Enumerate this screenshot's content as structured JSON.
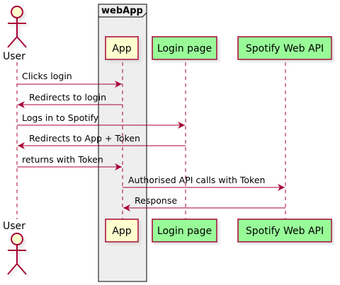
{
  "group": {
    "label": "webApp"
  },
  "actors": {
    "user": {
      "label": "User"
    }
  },
  "participants": [
    {
      "id": "app",
      "label": "App",
      "color": "#fefece"
    },
    {
      "id": "login",
      "label": "Login page",
      "color": "#98fb98"
    },
    {
      "id": "spotify",
      "label": "Spotify Web API",
      "color": "#98fb98"
    }
  ],
  "messages": [
    {
      "label": "Clicks login",
      "from": "user",
      "to": "app"
    },
    {
      "label": "Redirects to login",
      "from": "app",
      "to": "user"
    },
    {
      "label": "Logs in to Spotify",
      "from": "user",
      "to": "login"
    },
    {
      "label": "Redirects to App + Token",
      "from": "login",
      "to": "user"
    },
    {
      "label": "returns with Token",
      "from": "user",
      "to": "app"
    },
    {
      "label": "Authorised API calls with Token",
      "from": "app",
      "to": "spotify"
    },
    {
      "label": "Response",
      "from": "spotify",
      "to": "app"
    }
  ],
  "colors": {
    "arrow": "#a80036",
    "actor_fill": "#fefece",
    "group_fill": "#eeeeee"
  }
}
